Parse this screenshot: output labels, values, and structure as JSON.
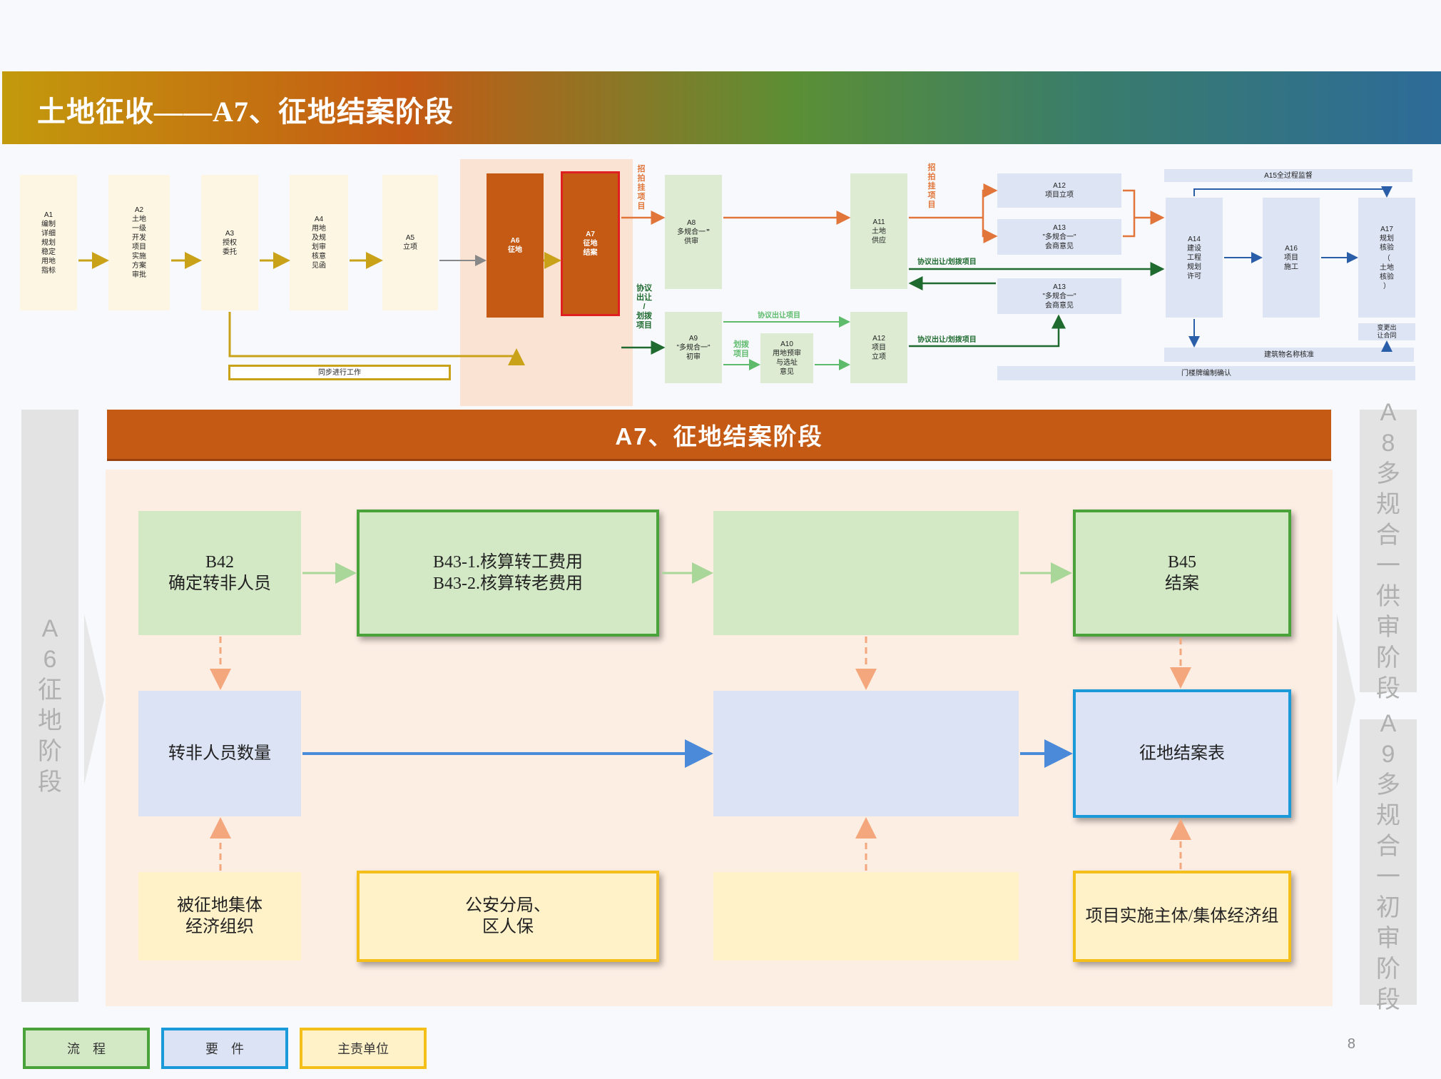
{
  "title": "土地征收——A7、征地结案阶段",
  "overview": {
    "a1": "A1\n编制\n详细\n规划\n稳定\n用地\n指标",
    "a2": "A2\n土地\n一级\n开发\n项目\n实施\n方案\n审批",
    "a3": "A3\n授权\n委托",
    "a4": "A4\n用地\n及规\n划审\n核意\n见函",
    "a5": "A5\n立项",
    "a6": "A6\n征地",
    "a7": "A7\n征地\n结案",
    "a8": "A8\n多规合一\n供审",
    "a8_quote": "\"",
    "a9": "A9\n\"多规合一\"\n初审",
    "a10": "A10\n用地预审\n与选址\n意见",
    "a11": "A11\n土地\n供应",
    "a12_right": "A12\n项目\n立项",
    "a12_top": "A12\n项目立项",
    "a13_top": "A13\n\"多规合一\"\n会商意见",
    "a13_mid": "A13\n\"多规合一\"\n会商意见",
    "a14": "A14\n建设\n工程\n规划\n许可",
    "a16": "A16\n项目\n施工",
    "a17": "A17\n规划\n核验",
    "a17_sub": "（\n土地\n核验\n）",
    "a15": "A15全过程监督",
    "change_contract": "变更出\n让合同",
    "building_name": "建筑物名称核准",
    "door_plate": "门楼牌编制确认",
    "sync_work": "同步进行工作",
    "label_auction1": "招\n拍\n挂\n项\n目",
    "label_auction2": "招\n拍\n挂\n项\n目",
    "label_agreement": "协议\n出让\n/\n划拨\n项目",
    "label_agree_sell": "协议出让项目",
    "label_allot": "划拨\n项目",
    "label_agree_allot1": "协议出让/划拨项目",
    "label_agree_allot2": "协议出让/划拨项目"
  },
  "section_title": "A7、征地结案阶段",
  "flow": {
    "b42": "B42\n确定转非人员",
    "b43": "B43-1.核算转工费用\nB43-2.核算转老费用",
    "empty": "",
    "b45": "B45\n结案"
  },
  "docs": {
    "d1": "转非人员数量",
    "d2": "",
    "d3": "征地结案表"
  },
  "units": {
    "u1": "被征地集体\n经济组织",
    "u2": "公安分局、\n区人保",
    "u3": "",
    "u4": "项目实施主体/集体经济组"
  },
  "side_left": "A6征地阶段",
  "side_right_top": "A8多规合一供审阶段",
  "side_right_bottom": "A9多规合一初审阶段",
  "legend": {
    "flow": "流　程",
    "doc": "要　件",
    "unit": "主责单位"
  },
  "page_number": "8",
  "colors": {
    "accent_orange": "#c55a14",
    "flow_green": "#4aa33a",
    "doc_blue": "#1a9ad8",
    "unit_yellow": "#f5bf1a",
    "highlight_red": "#e02020"
  }
}
